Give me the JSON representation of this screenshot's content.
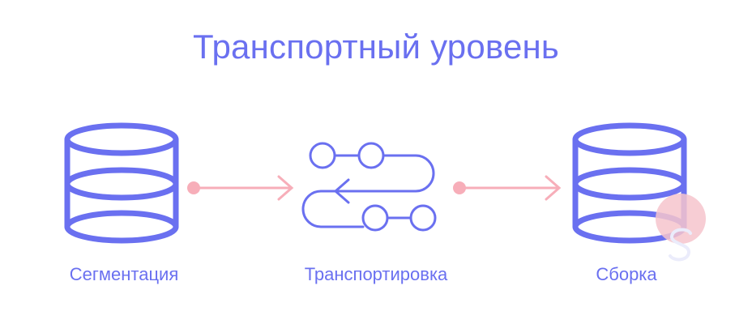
{
  "diagram": {
    "title": "Транспортный уровень",
    "stages": [
      {
        "label": "Сегментация",
        "icon": "database-icon"
      },
      {
        "label": "Транспортировка",
        "icon": "route-icon"
      },
      {
        "label": "Сборка",
        "icon": "database-icon"
      }
    ],
    "colors": {
      "primary": "#6a70f0",
      "arrow": "#f7aeb9",
      "watermark": "#f6c4cd"
    }
  }
}
